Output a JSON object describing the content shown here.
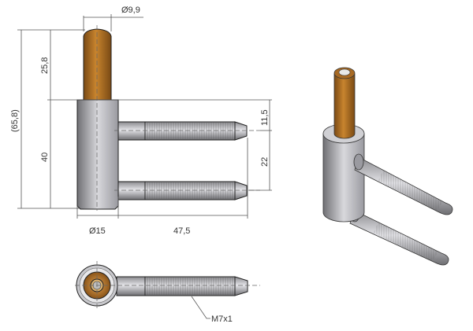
{
  "drawing": {
    "title": "Hinge pin with two threaded bolts",
    "dimensions": {
      "pin_diameter": "Ø9,9",
      "overall_height": "(65,8)",
      "pin_height": "25,8",
      "body_height": "40",
      "bolt_offset_top": "11,5",
      "bolt_spacing": "22",
      "body_diameter": "Ø15",
      "bolt_length": "47,5",
      "thread": "M7x1"
    },
    "colors": {
      "brass": "#b8742a",
      "steel": "#c4c4c8",
      "line": "#555555"
    }
  }
}
